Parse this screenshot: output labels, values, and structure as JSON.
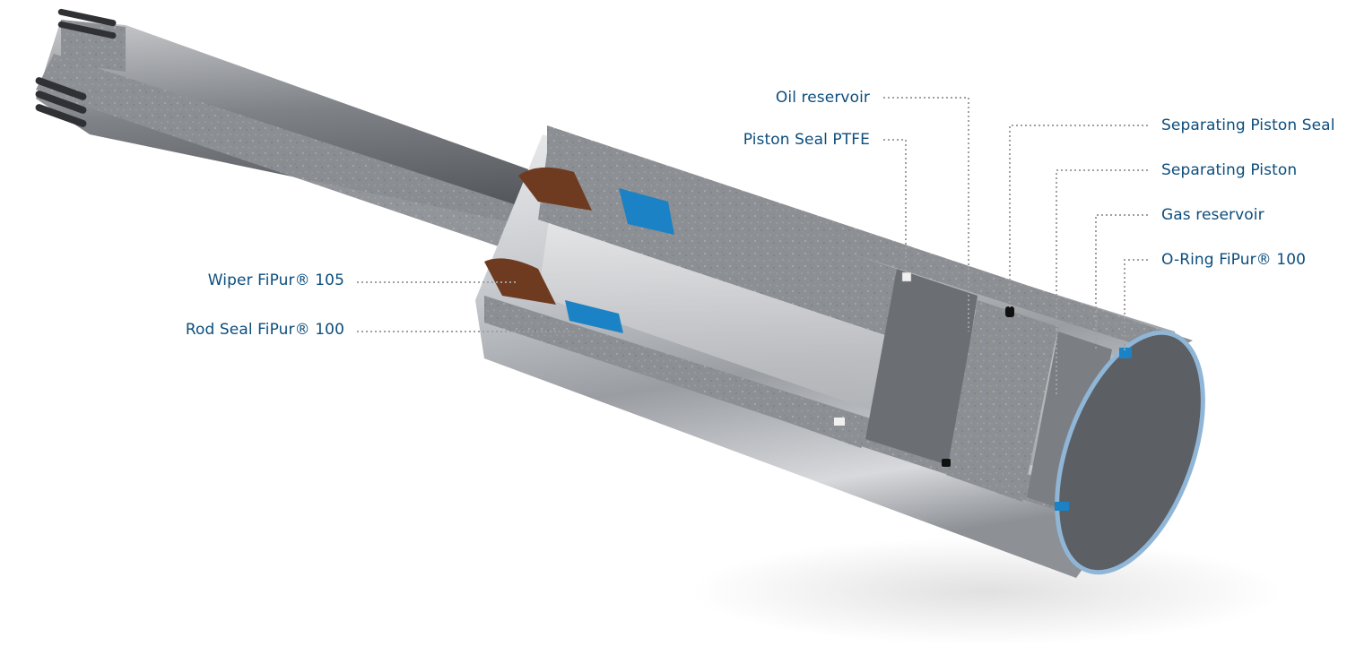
{
  "colors": {
    "label": "#0c4d7d",
    "leader": "#a0a0a0",
    "seal_blue": "#1b82c6",
    "wiper_brown": "#6e3b20",
    "metal": "#aeb1b5",
    "section_grey": "#8e9196"
  },
  "callouts": {
    "oil_reservoir": "Oil reservoir",
    "piston_seal_ptfe": "Piston Seal PTFE",
    "wiper": "Wiper FiPur® 105",
    "rod_seal": "Rod Seal FiPur® 100",
    "separating_piston_seal": "Separating Piston Seal",
    "separating_piston": "Separating Piston",
    "gas_reservoir": "Gas reservoir",
    "o_ring": "O-Ring FiPur® 100"
  }
}
